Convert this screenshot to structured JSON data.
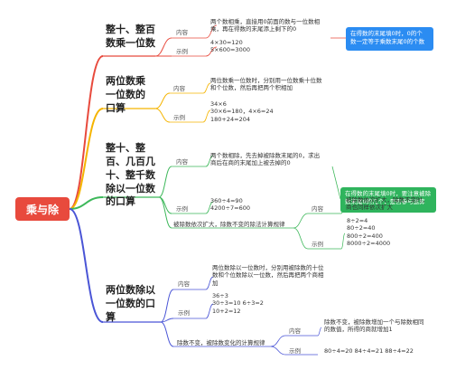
{
  "root": {
    "label": "乘与除"
  },
  "branches": [
    {
      "title_lines": [
        "整十、整百",
        "数乘一位数"
      ],
      "content_label": "内容",
      "content_lines": [
        "两个数相乘，直接用0前面的数与一位数相",
        "乘，再在得数的末尾添上剩下的0"
      ],
      "example_label": "示例",
      "example_lines": [
        "4×30=120",
        "5×600=3000"
      ],
      "note_lines": [
        "在得数的末尾填0时，0的个",
        "数一定等于乘数末尾0的个数"
      ]
    },
    {
      "title_lines": [
        "两位数乘",
        "一位数的",
        "口算"
      ],
      "content_label": "内容",
      "content_lines": [
        "两位数乘一位数时，分别用一位数乘十位数",
        "和个位数，然后再把两个积相加"
      ],
      "example_label": "示例",
      "example_lines": [
        "34×6",
        "30×6=180，4×6=24",
        "180+24=204"
      ]
    },
    {
      "title_lines": [
        "整十、整",
        "百、几百几",
        "十、整千数",
        "除以一位数",
        "的口算"
      ],
      "content_label": "内容",
      "content_lines": [
        "两个数相除，先去掉被除数末尾的0，求出",
        "商后在商的末尾加上被去掉的0"
      ],
      "example_label": "示例",
      "example_lines": [
        "360÷4=90",
        "4200÷7=600"
      ],
      "note_lines": [
        "在得数的末尾填0时，要注意被除",
        "数末尾0的几个，是否参与运算"
      ],
      "sub": {
        "label": "被除数依次扩大，除数不变的除法计算规律",
        "content_label": "内容",
        "content_lines": [
          "被除数依次扩大，除数不变时，",
          "商也同样依次扩大"
        ],
        "example_label": "示例",
        "example_lines": [
          "8÷2=4",
          "80÷2=40",
          "800÷2=400",
          "8000÷2=4000"
        ]
      }
    },
    {
      "title_lines": [
        "两位数除以",
        "一位数的口",
        "算"
      ],
      "content_label": "内容",
      "content_lines": [
        "两位数除以一位数时，分别用被除数的十位",
        "数和个位数除以一位数，然后再把两个商相",
        "加"
      ],
      "example_label": "示例",
      "example_lines": [
        "36÷3",
        "30÷3=10    6÷3=2",
        "10+2=12"
      ],
      "sub": {
        "label": "除数不变，被除数变化的计算规律",
        "content_label": "内容",
        "content_lines": [
          "除数不变，被除数增加一个与除数相同",
          "的数值，所得的商就增加1"
        ],
        "example_label": "示例",
        "example_lines": [
          "80÷4=20    84÷4=21    88÷4=22"
        ]
      }
    }
  ],
  "colors": {
    "root": "#e84a3d",
    "branch1": "#e84a3d",
    "branch2": "#f5b400",
    "branch3": "#3db85a",
    "branch4": "#4a55d6",
    "note_blue": "#2b8cf2",
    "note_green": "#2fb45d"
  }
}
